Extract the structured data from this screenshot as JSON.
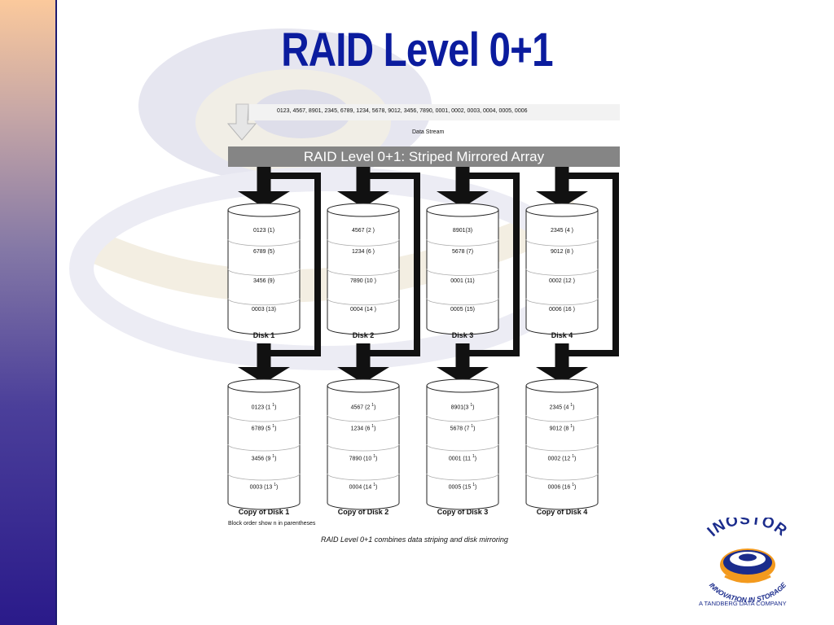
{
  "slide": {
    "title": "RAID Level 0+1"
  },
  "diagram": {
    "data_stream_values": "0123, 4567, 8901, 2345, 6789, 1234, 5678, 9012, 3456, 7890, 0001, 0002, 0003, 0004, 0005, 0006",
    "data_stream_label": "Data Stream",
    "array_title": "RAID Level 0+1: Striped Mirrored Array",
    "disks": [
      {
        "label": "Disk 1",
        "blocks": [
          "0123 (1)",
          "6789 (5)",
          "3456 (9)",
          "0003 (13)"
        ]
      },
      {
        "label": "Disk 2",
        "blocks": [
          "4567 (2 )",
          "1234 (6 )",
          "7890 (10 )",
          "0004 (14 )"
        ]
      },
      {
        "label": "Disk 3",
        "blocks": [
          "8901(3)",
          "5678 (7)",
          "0001 (11)",
          "0005 (15)"
        ]
      },
      {
        "label": "Disk 4",
        "blocks": [
          "2345 (4 )",
          "9012 (8 )",
          "0002 (12 )",
          "0006 (16 )"
        ]
      }
    ],
    "copies": [
      {
        "label": "Copy of Disk 1",
        "blocks": [
          [
            "0123 (1 ",
            "1",
            ")"
          ],
          [
            "6789 (5 ",
            "1",
            ")"
          ],
          [
            "3456 (9 ",
            "1",
            ")"
          ],
          [
            "0003 (13 ",
            "1",
            ")"
          ]
        ]
      },
      {
        "label": "Copy of Disk 2",
        "blocks": [
          [
            "4567 (2 ",
            "1",
            ")"
          ],
          [
            "1234 (6 ",
            "1",
            ")"
          ],
          [
            "7890 (10 ",
            "1",
            ")"
          ],
          [
            "0004 (14 ",
            "1",
            ")"
          ]
        ]
      },
      {
        "label": "Copy of Disk 3",
        "blocks": [
          [
            "8901(3 ",
            "1",
            ")"
          ],
          [
            "5678 (7 ",
            "1",
            ")"
          ],
          [
            "0001 (11 ",
            "1",
            ")"
          ],
          [
            "0005 (15 ",
            "1",
            ")"
          ]
        ]
      },
      {
        "label": "Copy of Disk 4",
        "blocks": [
          [
            "2345 (4 ",
            "1",
            ")"
          ],
          [
            "9012 (8 ",
            "1",
            ")"
          ],
          [
            "0002 (12 ",
            "1",
            ")"
          ],
          [
            "0006 (16 ",
            "1",
            ")"
          ]
        ]
      }
    ],
    "block_order_note": "Block order show n in parentheses",
    "caption": "RAID Level 0+1 combines data striping and disk mirroring"
  },
  "logo": {
    "brand": "INOSTOR",
    "tagline": "INNOVATION IN STORAGE",
    "company": "A TANDBERG DATA COMPANY"
  },
  "colors": {
    "title": "#0b1c9e",
    "array_bar": "#858585",
    "logo_blue": "#1b2c8c",
    "logo_orange": "#f39a1e"
  }
}
